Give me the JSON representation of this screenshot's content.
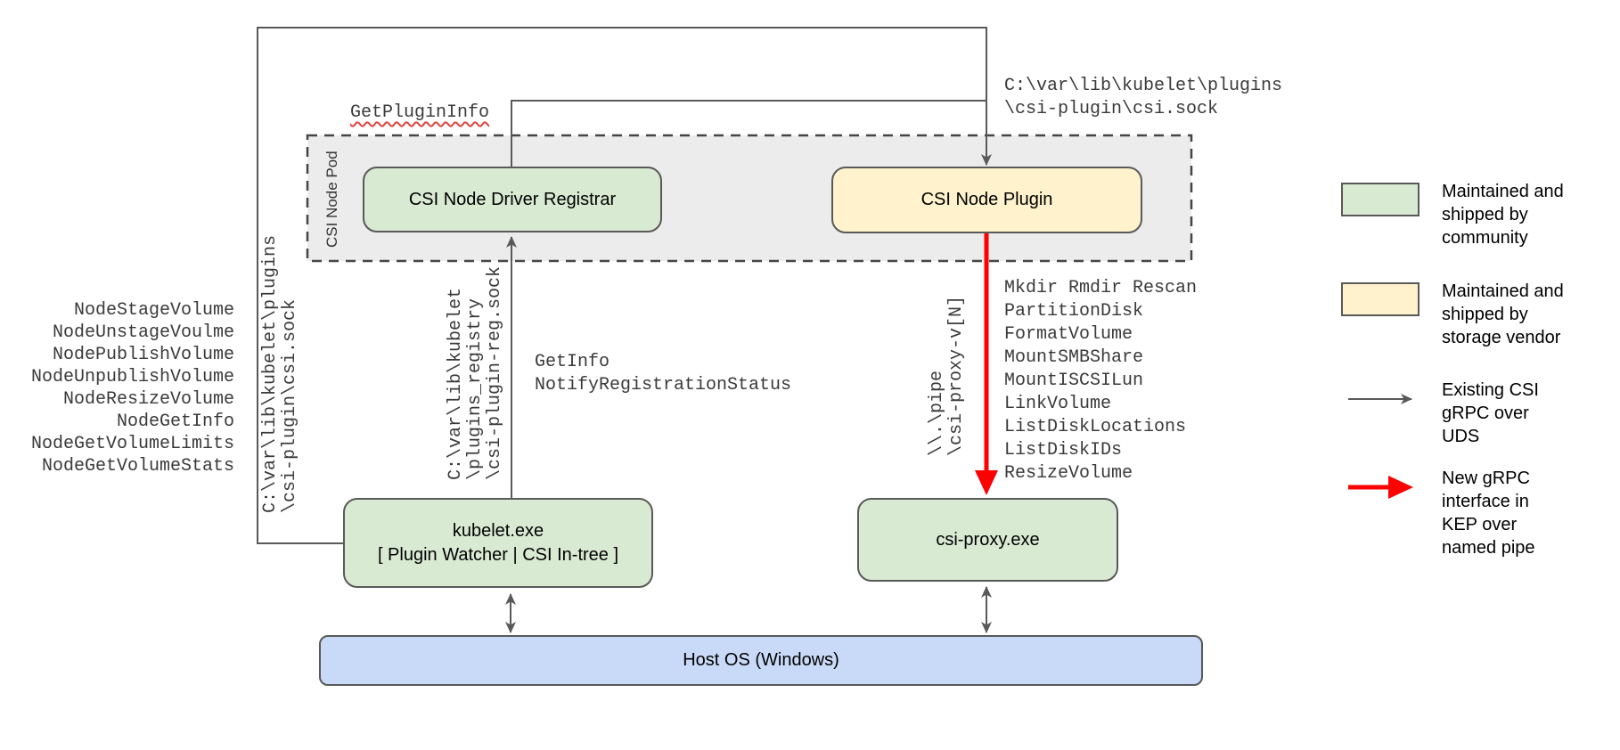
{
  "diagram": {
    "pod": {
      "label": "CSI Node Pod"
    },
    "boxes": {
      "registrar": "CSI Node Driver Registrar",
      "plugin": "CSI Node Plugin",
      "kubelet": [
        "kubelet.exe",
        "[ Plugin Watcher | CSI In-tree ]"
      ],
      "csi_proxy": "csi-proxy.exe",
      "host_os": "Host OS (Windows)"
    },
    "annotations": {
      "get_plugin_info": "GetPluginInfo",
      "plugin_sock_path": [
        "C:\\var\\lib\\kubelet\\plugins",
        "\\csi-plugin\\csi.sock"
      ],
      "registration_sock_path": [
        "C:\\var\\lib\\kubelet",
        "\\plugins_registry",
        "\\csi-plugin-reg.sock"
      ],
      "named_pipe_path": [
        "\\\\.\\pipe",
        "\\csi-proxy-v[N]"
      ],
      "node_rpcs": [
        "NodeStageVolume",
        "NodeUnstageVoulme",
        "NodePublishVolume",
        "NodeUnpublishVolume",
        "NodeResizeVolume",
        "NodeGetInfo",
        "NodeGetVolumeLimits",
        "NodeGetVolumeStats"
      ],
      "registration_rpcs": [
        "GetInfo",
        "NotifyRegistrationStatus"
      ],
      "csi_proxy_rpcs": [
        "Mkdir Rmdir Rescan",
        "PartitionDisk",
        "FormatVolume",
        "MountSMBShare",
        "MountISCSILun",
        "LinkVolume",
        "ListDiskLocations",
        "ListDiskIDs",
        "ResizeVolume"
      ]
    },
    "legend": {
      "community": "Maintained and\nshipped by\ncommunity",
      "vendor": "Maintained and\nshipped by\nstorage vendor",
      "existing_uds": "Existing CSI\ngRPC over\nUDS",
      "new_pipe": "New gRPC\ninterface in\nKEP over\nnamed pipe"
    },
    "colors": {
      "community_fill": "#d9ead3",
      "vendor_fill": "#fff2cc",
      "host_fill": "#c9daf8",
      "pod_fill": "#ececec",
      "line": "#595959",
      "pipe_line": "#ff0000",
      "squiggle": "#e0433e"
    }
  }
}
